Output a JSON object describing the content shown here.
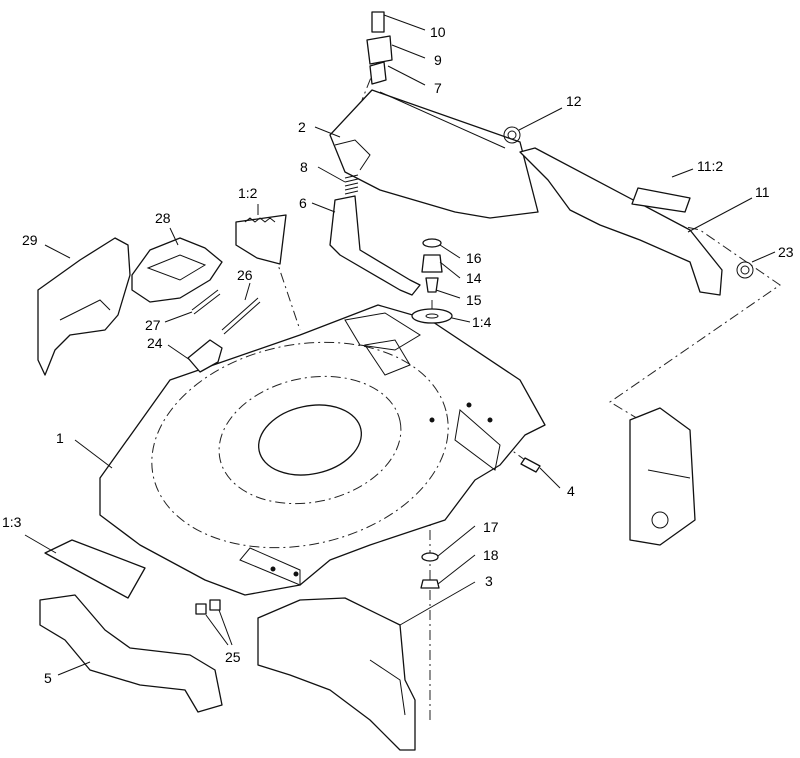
{
  "callouts": [
    {
      "id": "c10",
      "text": "10"
    },
    {
      "id": "c9",
      "text": "9"
    },
    {
      "id": "c7",
      "text": "7"
    },
    {
      "id": "c2",
      "text": "2"
    },
    {
      "id": "c12",
      "text": "12"
    },
    {
      "id": "c8",
      "text": "8"
    },
    {
      "id": "c11_2",
      "text": "11:2"
    },
    {
      "id": "c6",
      "text": "6"
    },
    {
      "id": "c11",
      "text": "11"
    },
    {
      "id": "c1_2",
      "text": "1:2"
    },
    {
      "id": "c28",
      "text": "28"
    },
    {
      "id": "c16",
      "text": "16"
    },
    {
      "id": "c29",
      "text": "29"
    },
    {
      "id": "c14",
      "text": "14"
    },
    {
      "id": "c23",
      "text": "23"
    },
    {
      "id": "c26",
      "text": "26"
    },
    {
      "id": "c15",
      "text": "15"
    },
    {
      "id": "c27",
      "text": "27"
    },
    {
      "id": "c1_4",
      "text": "1:4"
    },
    {
      "id": "c24",
      "text": "24"
    },
    {
      "id": "c1",
      "text": "1"
    },
    {
      "id": "c4",
      "text": "4"
    },
    {
      "id": "c1_3",
      "text": "1:3"
    },
    {
      "id": "c17",
      "text": "17"
    },
    {
      "id": "c18",
      "text": "18"
    },
    {
      "id": "c3",
      "text": "3"
    },
    {
      "id": "c25",
      "text": "25"
    },
    {
      "id": "c5",
      "text": "5"
    }
  ]
}
